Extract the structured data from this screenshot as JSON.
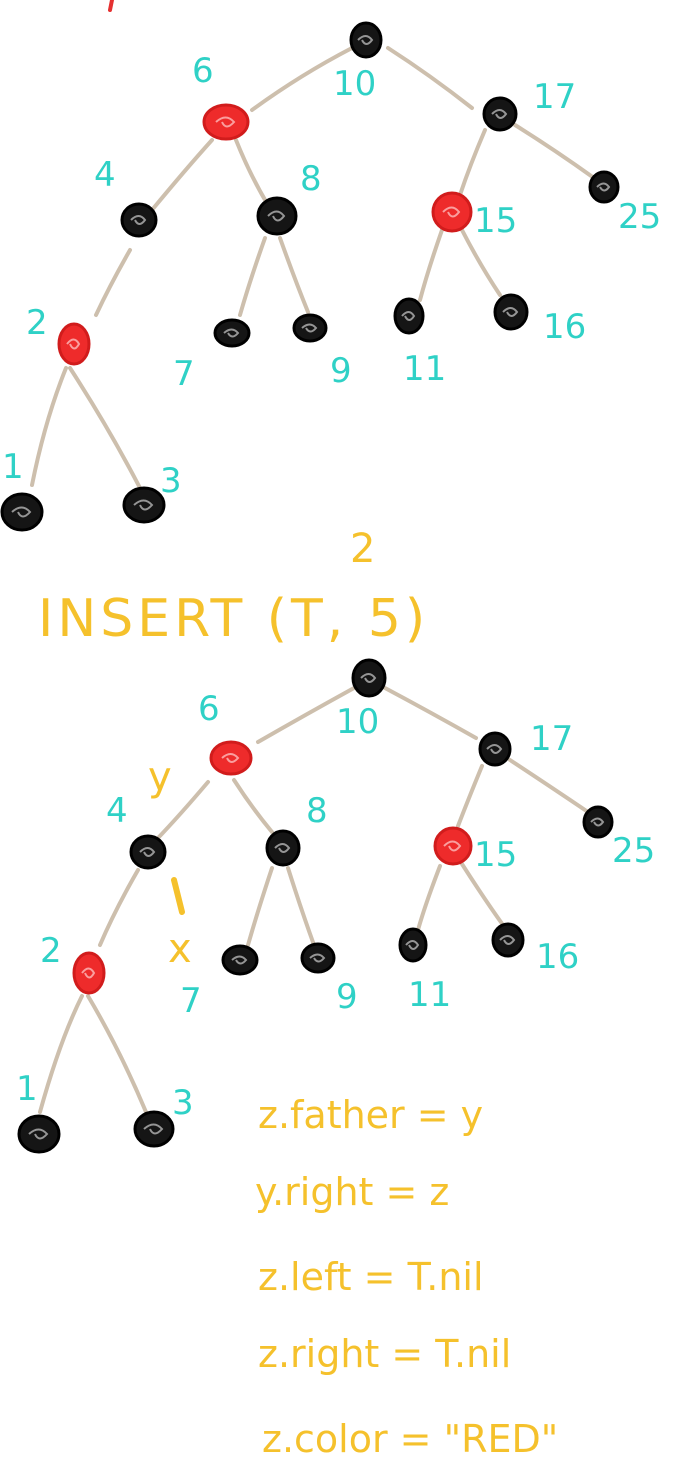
{
  "tree_top": {
    "nodes": [
      {
        "id": "n10",
        "label": "10",
        "color": "black"
      },
      {
        "id": "n6",
        "label": "6",
        "color": "red"
      },
      {
        "id": "n17",
        "label": "17",
        "color": "black"
      },
      {
        "id": "n4",
        "label": "4",
        "color": "black"
      },
      {
        "id": "n8",
        "label": "8",
        "color": "black"
      },
      {
        "id": "n15",
        "label": "15",
        "color": "red"
      },
      {
        "id": "n25",
        "label": "25",
        "color": "black"
      },
      {
        "id": "n2",
        "label": "2",
        "color": "red"
      },
      {
        "id": "n7",
        "label": "7",
        "color": "black"
      },
      {
        "id": "n9",
        "label": "9",
        "color": "black"
      },
      {
        "id": "n11",
        "label": "11",
        "color": "black"
      },
      {
        "id": "n16",
        "label": "16",
        "color": "black"
      },
      {
        "id": "n1",
        "label": "1",
        "color": "black"
      },
      {
        "id": "n3",
        "label": "3",
        "color": "black"
      }
    ]
  },
  "insert_heading": {
    "text": "INSERT (T, 5)",
    "number_above": "2"
  },
  "tree_bottom": {
    "nodes": [
      {
        "id": "m10",
        "label": "10",
        "color": "black"
      },
      {
        "id": "m6",
        "label": "6",
        "color": "red"
      },
      {
        "id": "m17",
        "label": "17",
        "color": "black"
      },
      {
        "id": "m4",
        "label": "4",
        "color": "black"
      },
      {
        "id": "m8",
        "label": "8",
        "color": "black"
      },
      {
        "id": "m15",
        "label": "15",
        "color": "red"
      },
      {
        "id": "m25",
        "label": "25",
        "color": "black"
      },
      {
        "id": "m2",
        "label": "2",
        "color": "red"
      },
      {
        "id": "m7",
        "label": "7",
        "color": "black"
      },
      {
        "id": "m9",
        "label": "9",
        "color": "black"
      },
      {
        "id": "m11",
        "label": "11",
        "color": "black"
      },
      {
        "id": "m16",
        "label": "16",
        "color": "black"
      },
      {
        "id": "m1",
        "label": "1",
        "color": "black"
      },
      {
        "id": "m3",
        "label": "3",
        "color": "black"
      }
    ],
    "y_marker": "y",
    "x_marker": "x"
  },
  "steps": [
    "z.father = y",
    "y.right = z",
    "z.left = T.nil",
    "z.right = T.nil",
    "z.color = \"RED\""
  ],
  "colors": {
    "edge": "#cdbfad",
    "black_node": "#151515",
    "red_node": "#ee2b2b",
    "label_teal": "#2fd1c6",
    "annotation_yellow": "#f5c12c"
  }
}
